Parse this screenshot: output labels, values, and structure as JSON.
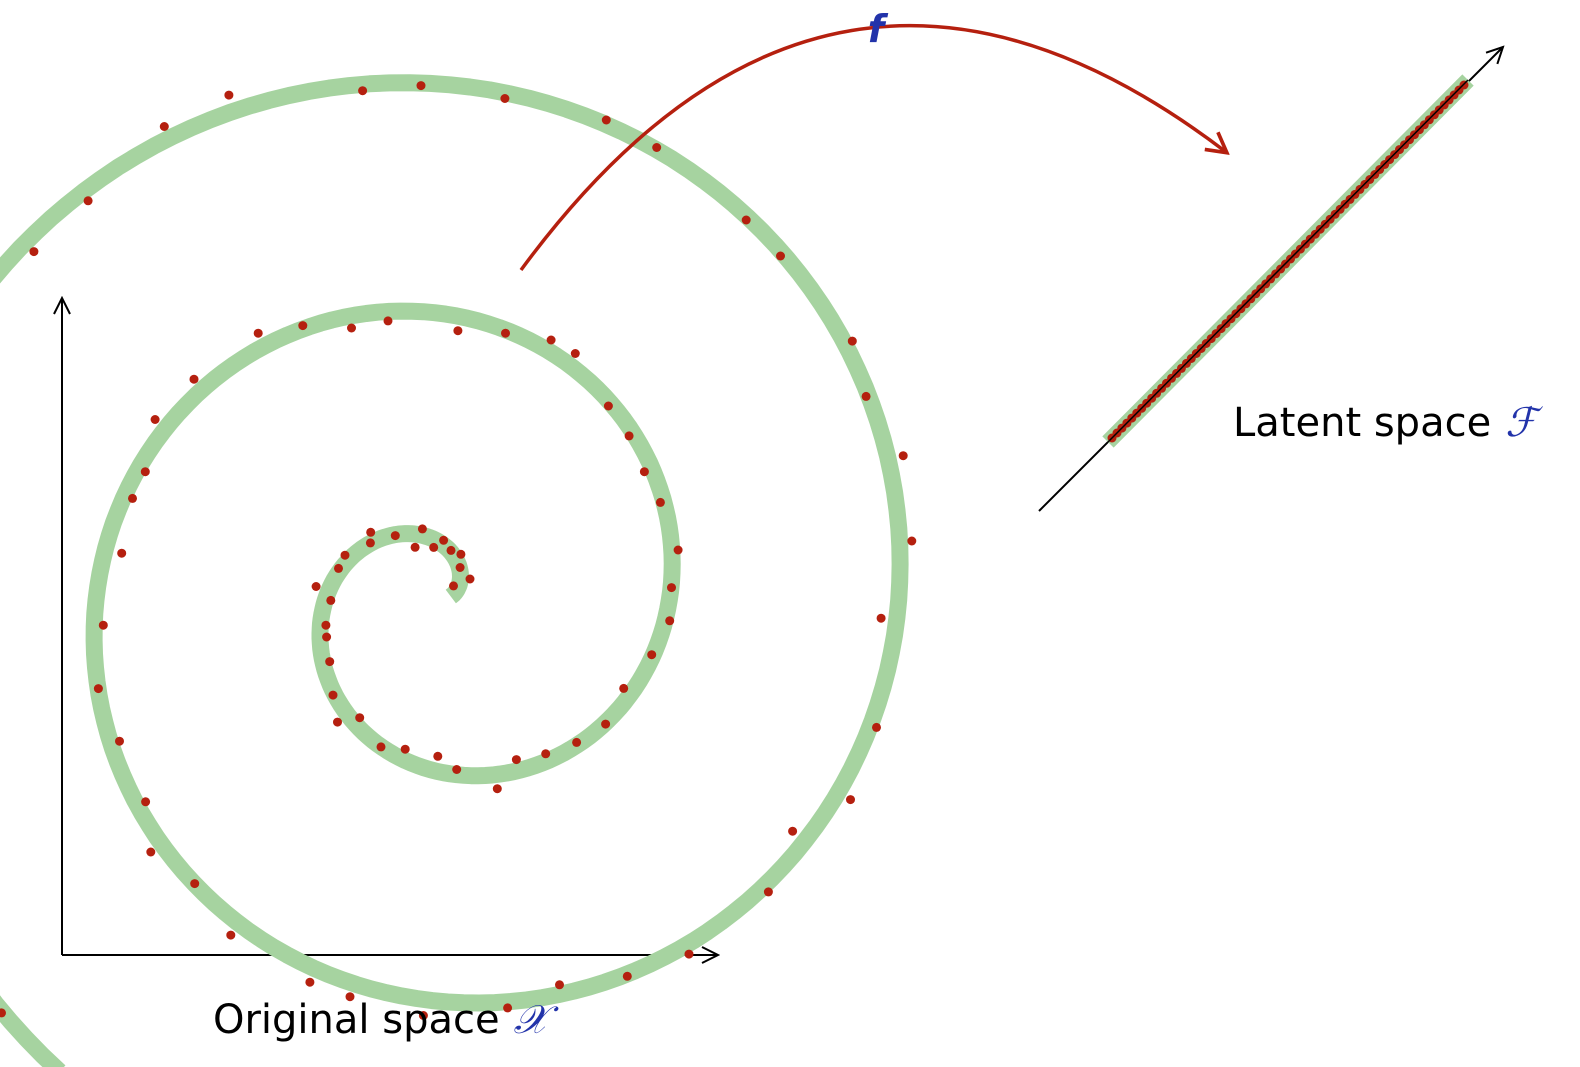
{
  "labels": {
    "map_name": "f",
    "original_space_text": "Original space",
    "original_space_symbol": "𝒳",
    "latent_space_text": "Latent space",
    "latent_space_symbol": "ℱ"
  },
  "colors": {
    "manifold": "#a6d3a0",
    "points": "#b5200f",
    "map_arrow": "#b5200f",
    "math_symbol": "#2233aa",
    "axes": "#000000"
  },
  "latent_point_count": 72
}
